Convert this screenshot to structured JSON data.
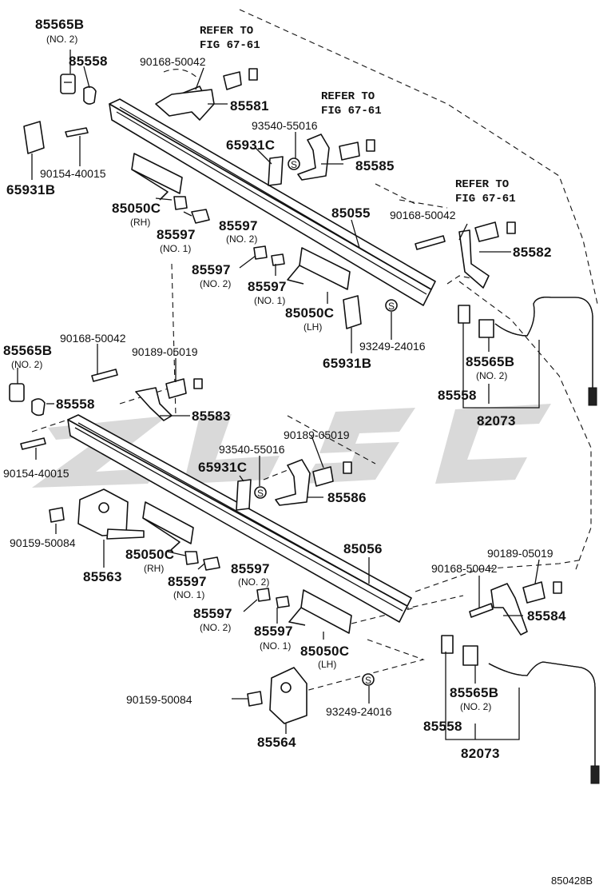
{
  "diagram_code": "850428B",
  "watermark": "ZLSC",
  "callouts": {
    "c_85565B_top": "85565B",
    "c_no2_top": "(NO. 2)",
    "c_85558_top": "85558",
    "c_refer1a": "REFER TO",
    "c_refer1b": "FIG 67-61",
    "c_90168_1": "90168-50042",
    "c_85581": "85581",
    "c_refer2a": "REFER TO",
    "c_refer2b": "FIG 67-61",
    "c_93540_1": "93540-55016",
    "c_65931C_1": "65931C",
    "c_85585": "85585",
    "c_90154_1": "90154-40015",
    "c_65931B_1": "65931B",
    "c_85050C_rh1": "85050C",
    "c_rh1": "(RH)",
    "c_85597_a": "85597",
    "c_85597_a_sub": "(NO. 2)",
    "c_85597_b": "85597",
    "c_85597_b_sub": "(NO. 1)",
    "c_85055": "85055",
    "c_refer3a": "REFER TO",
    "c_refer3b": "FIG 67-61",
    "c_90168_2": "90168-50042",
    "c_85582": "85582",
    "c_85597_c": "85597",
    "c_85597_c_sub": "(NO. 2)",
    "c_85597_d": "85597",
    "c_85597_d_sub": "(NO. 1)",
    "c_85050C_lh1": "85050C",
    "c_lh1": "(LH)",
    "c_65931B_2": "65931B",
    "c_93249_1": "93249-24016",
    "c_85565B_r1": "85565B",
    "c_no2_r1": "(NO. 2)",
    "c_85558_r1": "85558",
    "c_82073_1": "82073",
    "c_90168_3": "90168-50042",
    "c_85565B_l2": "85565B",
    "c_no2_l2": "(NO. 2)",
    "c_90189_1": "90189-05019",
    "c_85558_l2": "85558",
    "c_85583": "85583",
    "c_90154_2": "90154-40015",
    "c_90189_2": "90189-05019",
    "c_93540_2": "93540-55016",
    "c_65931C_2": "65931C",
    "c_85586": "85586",
    "c_90159_1": "90159-50084",
    "c_85563": "85563",
    "c_85050C_rh2": "85050C",
    "c_rh2": "(RH)",
    "c_85597_e": "85597",
    "c_85597_e_sub": "(NO. 2)",
    "c_85597_f": "85597",
    "c_85597_f_sub": "(NO. 1)",
    "c_85056": "85056",
    "c_90189_3": "90189-05019",
    "c_90168_4": "90168-50042",
    "c_85584": "85584",
    "c_85597_g": "85597",
    "c_85597_g_sub": "(NO. 2)",
    "c_85597_h": "85597",
    "c_85597_h_sub": "(NO. 1)",
    "c_85050C_lh2": "85050C",
    "c_lh2": "(LH)",
    "c_90159_2": "90159-50084",
    "c_85564": "85564",
    "c_93249_2": "93249-24016",
    "c_85565B_r2": "85565B",
    "c_no2_r2": "(NO. 2)",
    "c_85558_r2": "85558",
    "c_82073_2": "82073"
  },
  "clip_marker": "S"
}
